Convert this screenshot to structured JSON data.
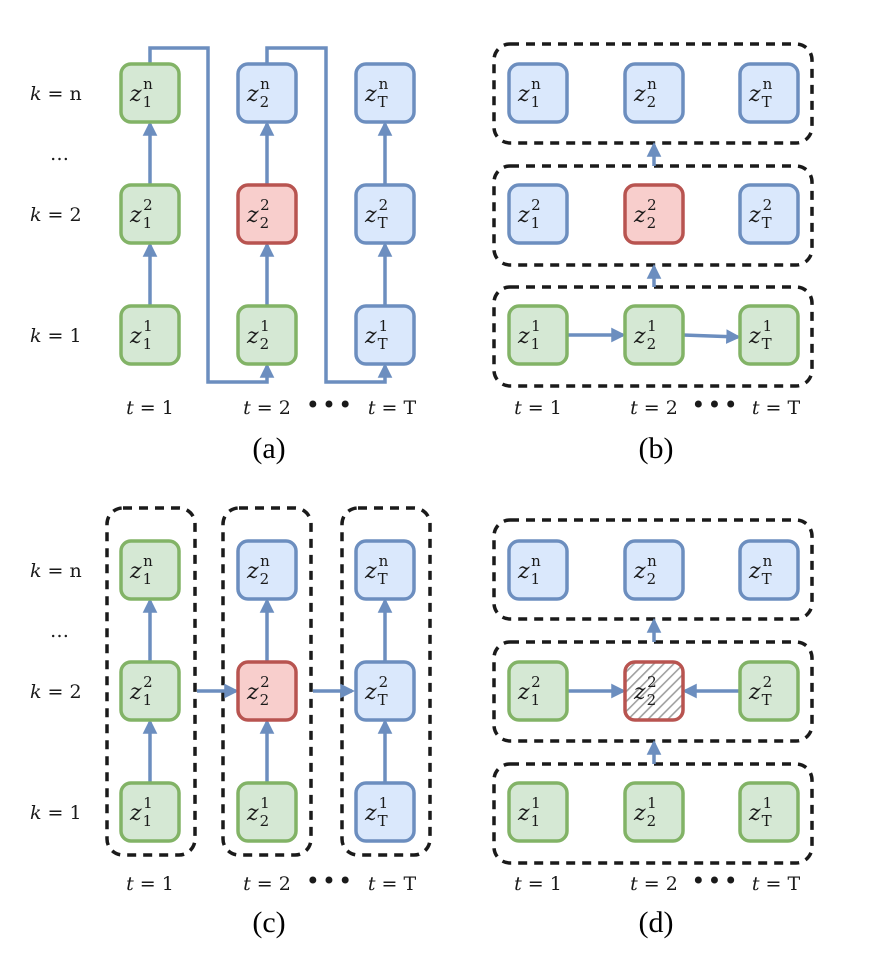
{
  "colors": {
    "green_fill": "#d5e8d4",
    "green_stroke": "#82b366",
    "blue_fill": "#dae8fc",
    "blue_stroke": "#6c8ebf",
    "red_fill": "#f8cecc",
    "red_stroke": "#b85450",
    "edge": "#6c8ebf",
    "group_border": "#1a1a1a"
  },
  "row_labels": {
    "var": "k",
    "eq": " = ",
    "n": "n",
    "two": "2",
    "one": "1",
    "ellipsis": "…"
  },
  "time_labels": {
    "var": "t",
    "eq": " = ",
    "one": "1",
    "two": "2",
    "T": "T",
    "ellipsis": "•••"
  },
  "node_text": {
    "base": "z"
  },
  "panels": [
    {
      "id": "a",
      "caption": "(a)",
      "nodes": [
        {
          "t": "1",
          "k": "n",
          "state": "green"
        },
        {
          "t": "2",
          "k": "n",
          "state": "blue"
        },
        {
          "t": "T",
          "k": "n",
          "state": "blue"
        },
        {
          "t": "1",
          "k": "2",
          "state": "green"
        },
        {
          "t": "2",
          "k": "2",
          "state": "red"
        },
        {
          "t": "T",
          "k": "2",
          "state": "blue"
        },
        {
          "t": "1",
          "k": "1",
          "state": "green"
        },
        {
          "t": "2",
          "k": "1",
          "state": "green"
        },
        {
          "t": "T",
          "k": "1",
          "state": "blue"
        }
      ]
    },
    {
      "id": "b",
      "caption": "(b)",
      "nodes": [
        {
          "t": "1",
          "k": "n",
          "state": "blue"
        },
        {
          "t": "2",
          "k": "n",
          "state": "blue"
        },
        {
          "t": "T",
          "k": "n",
          "state": "blue"
        },
        {
          "t": "1",
          "k": "2",
          "state": "blue"
        },
        {
          "t": "2",
          "k": "2",
          "state": "red"
        },
        {
          "t": "T",
          "k": "2",
          "state": "blue"
        },
        {
          "t": "1",
          "k": "1",
          "state": "green"
        },
        {
          "t": "2",
          "k": "1",
          "state": "green"
        },
        {
          "t": "T",
          "k": "1",
          "state": "green"
        }
      ]
    },
    {
      "id": "c",
      "caption": "(c)",
      "nodes": [
        {
          "t": "1",
          "k": "n",
          "state": "green"
        },
        {
          "t": "2",
          "k": "n",
          "state": "blue"
        },
        {
          "t": "T",
          "k": "n",
          "state": "blue"
        },
        {
          "t": "1",
          "k": "2",
          "state": "green"
        },
        {
          "t": "2",
          "k": "2",
          "state": "red"
        },
        {
          "t": "T",
          "k": "2",
          "state": "blue"
        },
        {
          "t": "1",
          "k": "1",
          "state": "green"
        },
        {
          "t": "2",
          "k": "1",
          "state": "green"
        },
        {
          "t": "T",
          "k": "1",
          "state": "blue"
        }
      ]
    },
    {
      "id": "d",
      "caption": "(d)",
      "nodes": [
        {
          "t": "1",
          "k": "n",
          "state": "blue"
        },
        {
          "t": "2",
          "k": "n",
          "state": "blue"
        },
        {
          "t": "T",
          "k": "n",
          "state": "blue"
        },
        {
          "t": "1",
          "k": "2",
          "state": "green"
        },
        {
          "t": "2",
          "k": "2",
          "state": "hatched"
        },
        {
          "t": "T",
          "k": "2",
          "state": "green"
        },
        {
          "t": "1",
          "k": "1",
          "state": "green"
        },
        {
          "t": "2",
          "k": "1",
          "state": "green"
        },
        {
          "t": "T",
          "k": "1",
          "state": "green"
        }
      ]
    }
  ]
}
